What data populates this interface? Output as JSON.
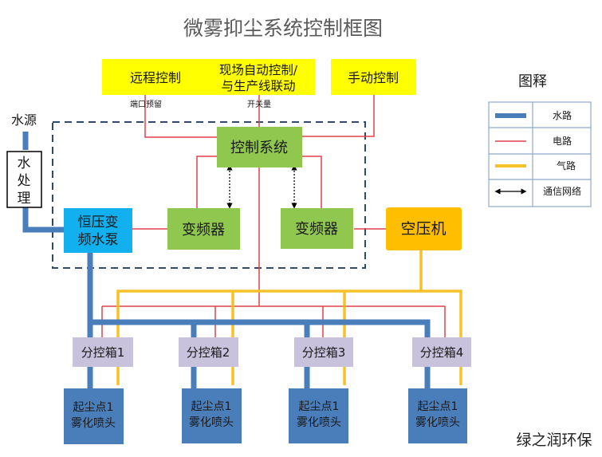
{
  "title": "微雾抑尘系统控制框图",
  "watermark": "绿之润环保",
  "colors": {
    "water": "#4a7ebb",
    "electric": "#e0404a",
    "air": "#f5c22c",
    "yellow_box": "#ffff00",
    "green_box": "#8fc74f",
    "pump_box": "#12b0ee",
    "compressor_box": "#ffbf00",
    "subbox": "#c9c2dc",
    "nozzle_box": "#4a7ebb",
    "dashed_frame": "#2f4a6a"
  },
  "inputs": {
    "remote": "远程控制",
    "onsite_line1": "现场自动控制/",
    "onsite_line2": "与生产线联动",
    "manual": "手动控制",
    "remote_note": "端口预留",
    "onsite_note": "开关量"
  },
  "water_source": "水源",
  "water_treatment": [
    "水",
    "处",
    "理"
  ],
  "pump": [
    "恒压变",
    "频水泵"
  ],
  "control_system": "控制系统",
  "inverter_left": "变频器",
  "inverter_right": "变频器",
  "compressor": "空压机",
  "sub_boxes": [
    "分控箱1",
    "分控箱2",
    "分控箱3",
    "分控箱4"
  ],
  "nozzles": [
    {
      "line1": "起尘点1",
      "line2": "雾化喷头"
    },
    {
      "line1": "起尘点1",
      "line2": "雾化喷头"
    },
    {
      "line1": "起尘点1",
      "line2": "雾化喷头"
    },
    {
      "line1": "起尘点1",
      "line2": "雾化喷头"
    }
  ],
  "legend": {
    "title": "图释",
    "items": [
      {
        "type": "water",
        "label": "水路"
      },
      {
        "type": "electric",
        "label": "电路"
      },
      {
        "type": "air",
        "label": "气路"
      },
      {
        "type": "comm",
        "label": "通信网络"
      }
    ]
  }
}
